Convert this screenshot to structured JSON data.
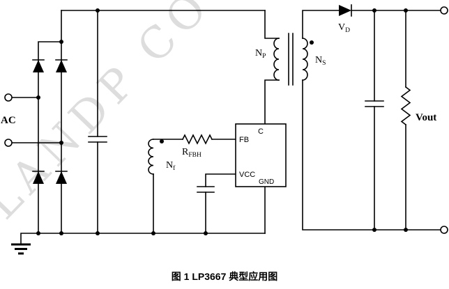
{
  "watermark": "LANDP CO",
  "caption": "图 1  LP3667 典型应用图",
  "source": {
    "label": "AC"
  },
  "transformer": {
    "primary": {
      "base": "N",
      "sub": "P"
    },
    "secondary": {
      "base": "N",
      "sub": "S"
    },
    "aux": {
      "base": "N",
      "sub": "f"
    }
  },
  "components": {
    "feedback_resistor": {
      "base": "R",
      "sub": "FBH"
    },
    "output_diode": {
      "base": "V",
      "sub": "D"
    },
    "output_voltage": "Vout"
  },
  "ic": {
    "pins": {
      "fb": "FB",
      "c": "C",
      "vcc": "VCC",
      "gnd": "GND"
    }
  },
  "colors": {
    "wire": "#000000",
    "watermark": "#cbcbcb",
    "background": "#ffffff"
  }
}
